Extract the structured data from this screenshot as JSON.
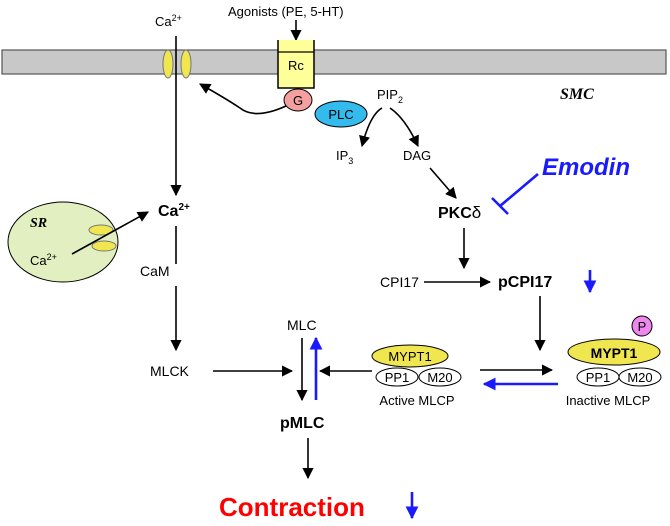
{
  "diagram": {
    "agonists": "Agonists (PE, 5-HT)",
    "smc": "SMC",
    "ca_channel": "Ca",
    "ca_channel_sup": "2+",
    "receptor": "Rc",
    "g_protein": "G",
    "plc": "PLC",
    "pip2": "PIP",
    "pip2_sub": "2",
    "ip3": "IP",
    "ip3_sub": "3",
    "dag": "DAG",
    "emodin": "Emodin",
    "pkc": "PKC",
    "pkc_delta": "δ",
    "sr": "SR",
    "sr_ca": "Ca",
    "sr_ca_sup": "2+",
    "ca_cytosol": "Ca",
    "ca_cytosol_sup": "2+",
    "cam": "CaM",
    "cpi17": "CPI17",
    "pcpi17": "pCPI17",
    "mlc": "MLC",
    "mlck": "MLCK",
    "pmlc": "pMLC",
    "active_mlcp": {
      "mypt1": "MYPT1",
      "pp1": "PP1",
      "m20": "M20",
      "label": "Active MLCP"
    },
    "inactive_mlcp": {
      "mypt1": "MYPT1",
      "pp1": "PP1",
      "m20": "M20",
      "label": "Inactive MLCP",
      "phospho": "P"
    },
    "contraction": "Contraction",
    "colors": {
      "membrane": "#c8c8c8",
      "channel": "#f0e650",
      "receptor": "#ffff99",
      "g_protein": "#f4a0a0",
      "plc": "#33bbee",
      "sr": "#e2efc0",
      "mypt1": "#f0e650",
      "phospho": "#ee88ee",
      "emodin": "#1a1aff",
      "decrease_arrow": "#1a1aff",
      "contraction": "#ff0000"
    }
  }
}
